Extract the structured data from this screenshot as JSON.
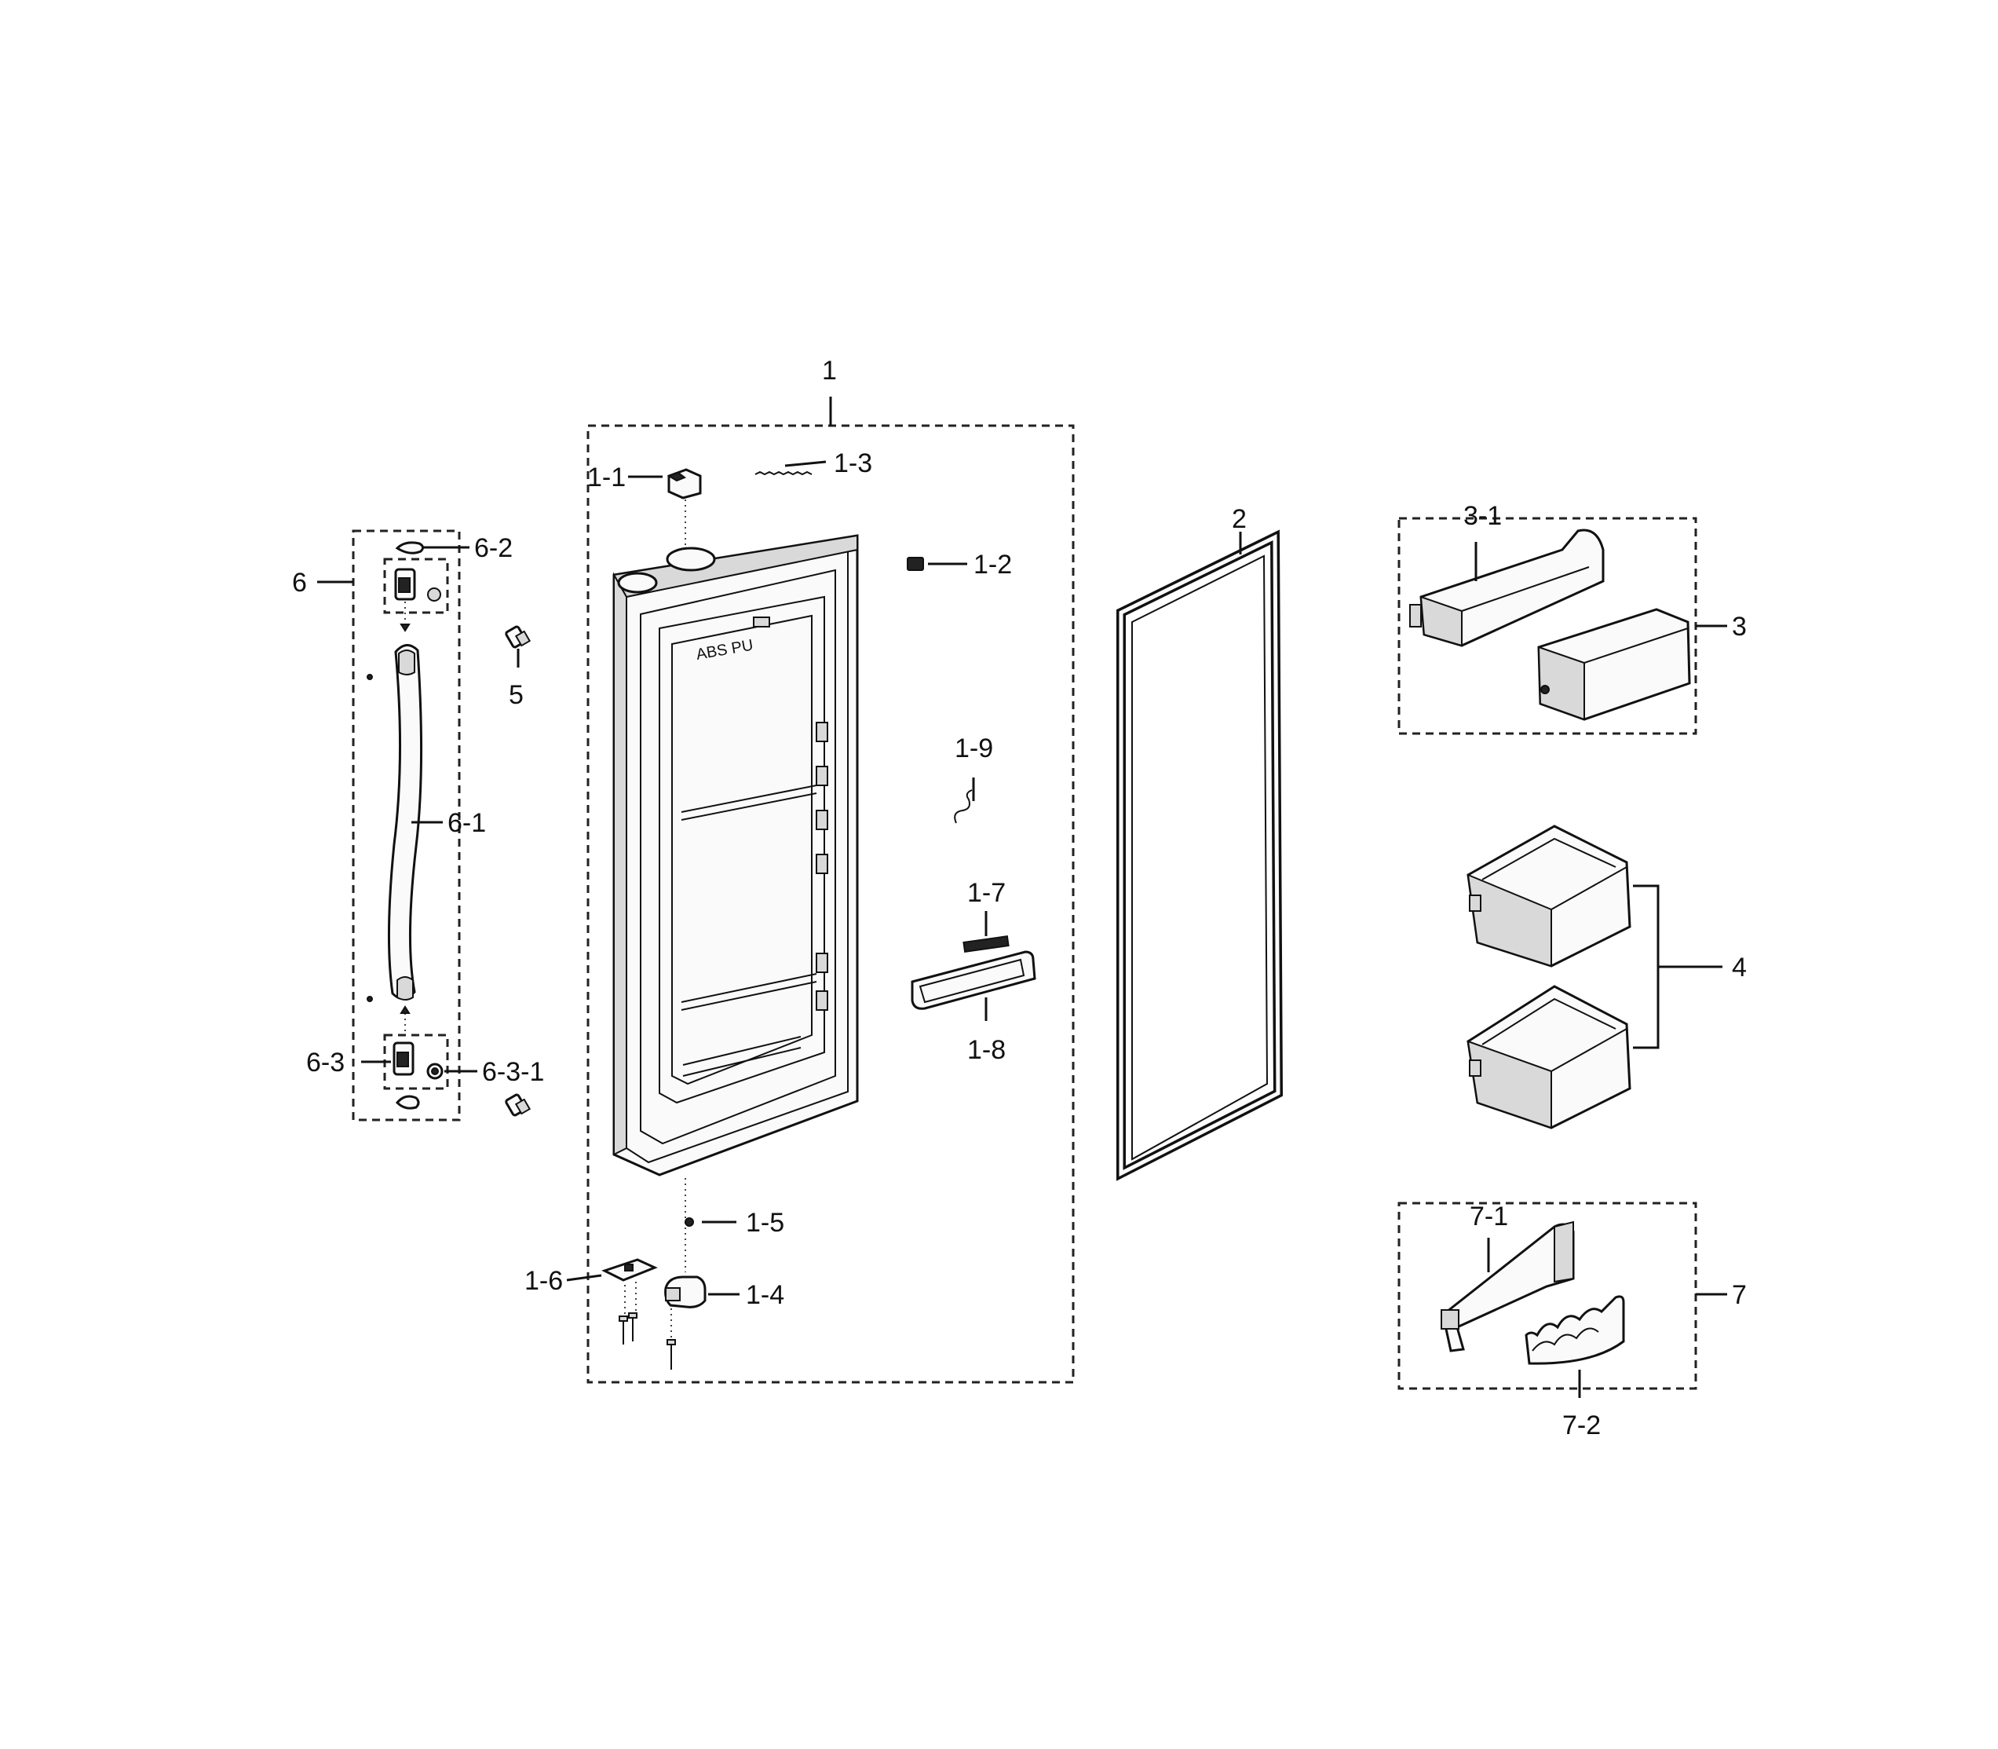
{
  "callouts": {
    "c1": "1",
    "c1_1": "1-1",
    "c1_2": "1-2",
    "c1_3": "1-3",
    "c1_4": "1-4",
    "c1_5": "1-5",
    "c1_6": "1-6",
    "c1_7": "1-7",
    "c1_8": "1-8",
    "c1_9": "1-9",
    "c2": "2",
    "c3": "3",
    "c3_1": "3-1",
    "c4": "4",
    "c5": "5",
    "c6": "6",
    "c6_1": "6-1",
    "c6_2": "6-2",
    "c6_3": "6-3",
    "c6_3_1": "6-3-1",
    "c7": "7",
    "c7_1": "7-1",
    "c7_2": "7-2"
  },
  "liner_marking": "ABS PU"
}
